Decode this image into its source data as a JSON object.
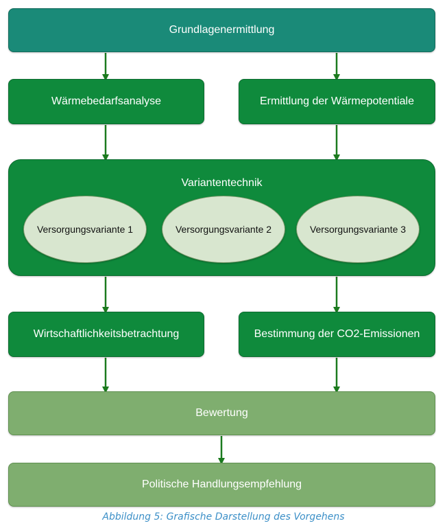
{
  "diagram": {
    "step_1": "Grundlagenermittlung",
    "step_2_left": "Wärmebedarfsanalyse",
    "step_2_right": "Ermittlung der Wärmepotentiale",
    "variants": {
      "title": "Variantentechnik",
      "items": [
        "Versorgungsvariante 1",
        "Versorgungsvariante 2",
        "Versorgungsvariante 3"
      ]
    },
    "step_4_left": "Wirtschaftlichkeitsbetrachtung",
    "step_4_right": "Bestimmung der CO2-Emissionen",
    "step_5": "Bewertung",
    "step_6": "Politische Handlungsempfehlung"
  },
  "caption": "Abbildung 5: Grafische Darstellung des Vorgehens",
  "colors": {
    "teal": "#1a8a78",
    "green": "#0f8a3c",
    "light_green": "#7fae6f",
    "ellipse_fill": "#d8e6cf",
    "arrow": "#1b7a1e",
    "caption": "#3b8fc7"
  }
}
